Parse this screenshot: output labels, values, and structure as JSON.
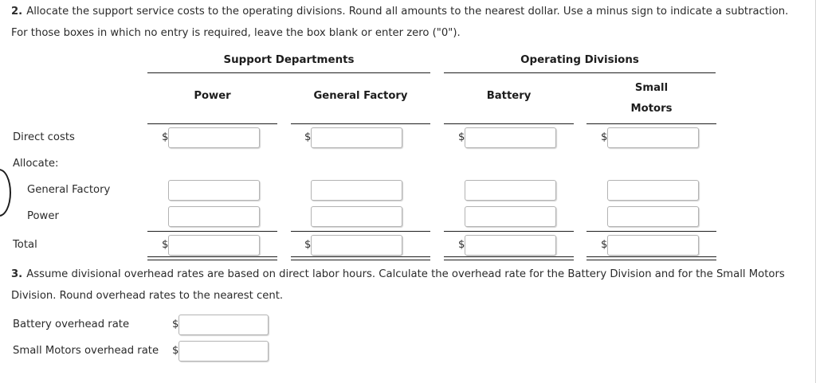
{
  "questions": [
    {
      "number": "2.",
      "lines": [
        "Allocate the support service costs to the operating divisions. Round all amounts to the nearest dollar. Use a minus sign to indicate a subtraction.",
        "For those boxes in which no entry is required, leave the box blank or enter zero (\"0\")."
      ]
    },
    {
      "number": "3.",
      "lines": [
        "Assume divisional overhead rates are based on direct labor hours. Calculate the overhead rate for the Battery Division and for the Small Motors",
        "Division. Round overhead rates to the nearest cent."
      ]
    }
  ],
  "table": {
    "group_headers": [
      {
        "label": "Support Departments"
      },
      {
        "label": "Operating Divisions"
      }
    ],
    "column_headers": [
      {
        "line1": "",
        "line2": "Power"
      },
      {
        "line1": "",
        "line2": "General Factory"
      },
      {
        "line1": "",
        "line2": "Battery"
      },
      {
        "line1": "Small",
        "line2": "Motors"
      }
    ],
    "rows": [
      {
        "label": "Direct costs",
        "indent": false,
        "dollar": true,
        "values": [
          "",
          "",
          "",
          ""
        ]
      },
      {
        "label": "Allocate:",
        "indent": false,
        "dollar": false,
        "values": []
      },
      {
        "label": "General Factory",
        "indent": true,
        "dollar": false,
        "values": [
          "",
          "",
          "",
          ""
        ]
      },
      {
        "label": "Power",
        "indent": true,
        "dollar": false,
        "values": [
          "",
          "",
          "",
          ""
        ]
      },
      {
        "label": "Total",
        "indent": false,
        "dollar": true,
        "values": [
          "",
          "",
          "",
          ""
        ]
      }
    ],
    "dollar_symbol": "$"
  },
  "rates": {
    "dollar_symbol": "$",
    "items": [
      {
        "label": "Battery overhead rate",
        "value": ""
      },
      {
        "label": "Small Motors overhead rate",
        "value": ""
      }
    ]
  },
  "colors": {
    "background": "#ffffff",
    "text": "#2b2b2b",
    "heading": "#1d1d1d",
    "rule": "#1d1d1d",
    "input_border": "#b3b3b3"
  }
}
